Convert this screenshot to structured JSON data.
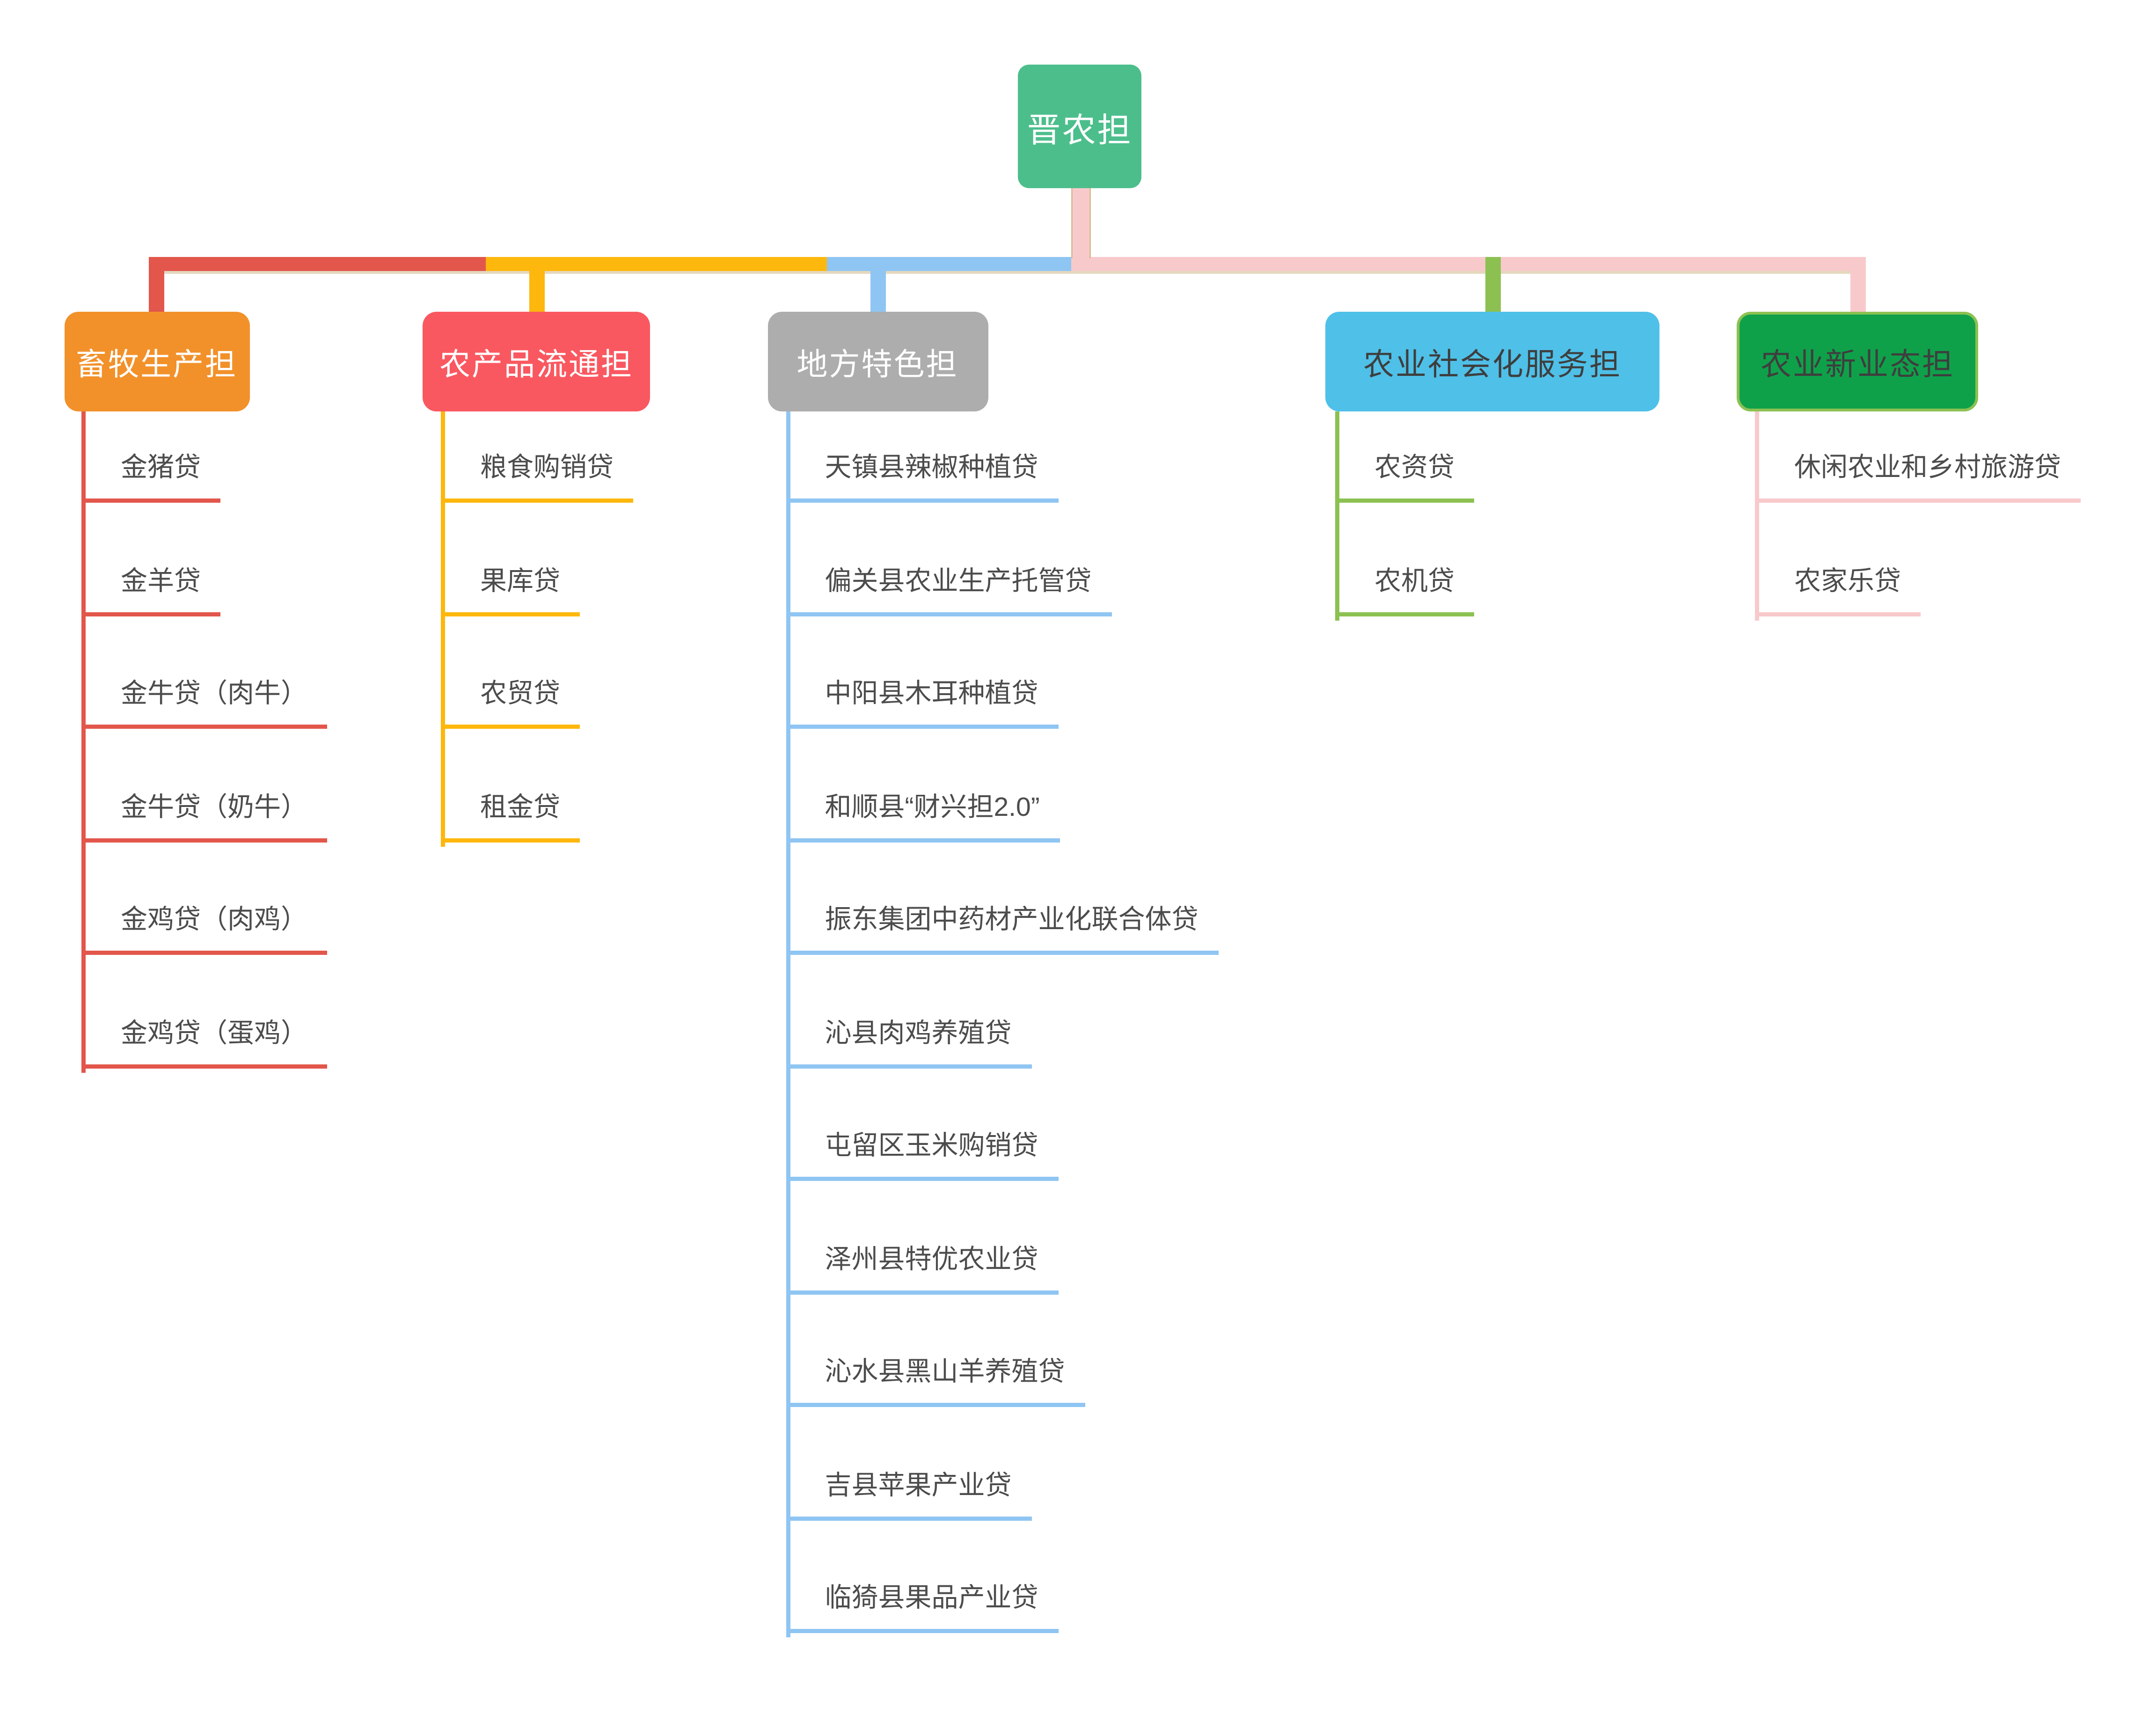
{
  "diagram": {
    "root": {
      "label": "晋农担",
      "box_color": "#4CBE8C",
      "text_color": "#FFFFFF",
      "connector_color": "#F8C9CB"
    },
    "branches": [
      {
        "id": "livestock-production",
        "label": "畜牧生产担",
        "box_color": "#F2912A",
        "text_color": "#FFFFFF",
        "connector_color": "#E2564B",
        "children": [
          "金猪贷",
          "金羊贷",
          "金牛贷（肉牛）",
          "金牛贷（奶牛）",
          "金鸡贷（肉鸡）",
          "金鸡贷（蛋鸡）"
        ]
      },
      {
        "id": "produce-circulation",
        "label": "农产品流通担",
        "box_color": "#FA5860",
        "text_color": "#FFFFFF",
        "connector_color": "#FDB70D",
        "children": [
          "粮食购销贷",
          "果库贷",
          "农贸贷",
          "租金贷"
        ]
      },
      {
        "id": "local-specialty",
        "label": "地方特色担",
        "box_color": "#ADADAD",
        "text_color": "#FFFFFF",
        "connector_color": "#8FC5F2",
        "children": [
          "天镇县辣椒种植贷",
          "偏关县农业生产托管贷",
          "中阳县木耳种植贷",
          "和顺县“财兴担2.0”",
          "振东集团中药材产业化联合体贷",
          "沁县肉鸡养殖贷",
          "屯留区玉米购销贷",
          "泽州县特优农业贷",
          "沁水县黑山羊养殖贷",
          "吉县苹果产业贷",
          "临猗县果品产业贷"
        ]
      },
      {
        "id": "socialized-services",
        "label": "农业社会化服务担",
        "box_color": "#4FC0E8",
        "text_color": "#3E3E3E",
        "connector_color": "#8CC152",
        "children": [
          "农资贷",
          "农机贷"
        ]
      },
      {
        "id": "new-agri-business",
        "label": "农业新业态担",
        "box_color": "#0FA14A",
        "text_color": "#3E3E3E",
        "box_border_color": "#8CC152",
        "connector_color": "#F8C9CB",
        "children": [
          "休闲农业和乡村旅游贷",
          "农家乐贷"
        ]
      }
    ],
    "colors": {
      "background": "#FFFFFF",
      "child_text": "#4C4C4C",
      "lane_shadow": "#DBCBA8"
    }
  }
}
